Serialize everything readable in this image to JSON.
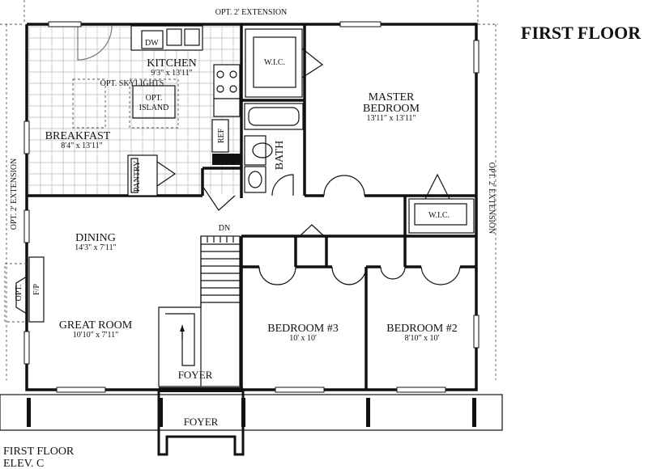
{
  "title": "FIRST FLOOR",
  "caption": {
    "line1": "FIRST FLOOR",
    "line2": "ELEV. C"
  },
  "extensions": {
    "top": "OPT. 2' EXTENSION",
    "left": "OPT. 2' EXTENSION",
    "right": "OPT. 2' EXTENSION"
  },
  "rooms": {
    "kitchen": {
      "name": "KITCHEN",
      "dims": "9'3\" x 13'11\""
    },
    "breakfast": {
      "name": "BREAKFAST",
      "dims": "8'4\" x 13'11\""
    },
    "master": {
      "name1": "MASTER",
      "name2": "BEDROOM",
      "dims": "13'11\" x 13'11\""
    },
    "dining": {
      "name": "DINING",
      "dims": "14'3\" x 7'11\""
    },
    "great_room": {
      "name": "GREAT ROOM",
      "dims": "10'10\" x 7'11\""
    },
    "bedroom3": {
      "name": "BEDROOM #3",
      "dims": "10' x 10'"
    },
    "bedroom2": {
      "name": "BEDROOM #2",
      "dims": "8'10\" x 10'"
    }
  },
  "labels": {
    "dw": "DW",
    "skylights": "OPT. SKYLIGHTS",
    "island1": "OPT.",
    "island2": "ISLAND",
    "ref": "REF",
    "pantry": "PANTRY",
    "bath": "BATH",
    "wic_master": "W.I.C.",
    "wic_hall": "W.I.C.",
    "dn": "DN",
    "fp": "F/P",
    "opt": "OPT.",
    "foyer_inner": "FOYER",
    "foyer_porch": "FOYER"
  }
}
